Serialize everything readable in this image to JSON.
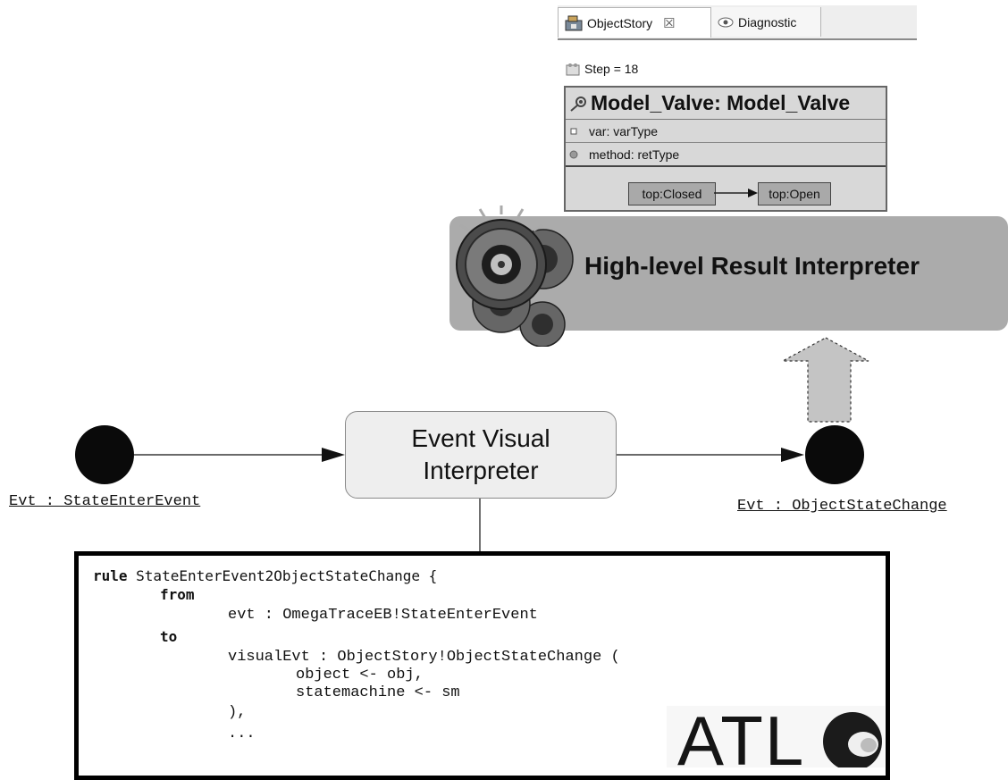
{
  "panel": {
    "tabs": [
      {
        "label": "ObjectStory",
        "close_glyph": "☒",
        "icon": "objectstory-icon"
      },
      {
        "label": "Diagnostic",
        "icon": "eye-icon"
      }
    ],
    "step_text": "Step = 18",
    "class_title": "Model_Valve: Model_Valve",
    "members": [
      "var: varType",
      "method: retType"
    ],
    "states": [
      "top:Closed",
      "top:Open"
    ]
  },
  "banner": {
    "label": "High-level Result Interpreter",
    "icon": "gears-icon"
  },
  "interpreter_node": {
    "line1": "Event Visual",
    "line2": "Interpreter"
  },
  "events": {
    "source": "Evt : StateEnterEvent",
    "target": "Evt : ObjectStateChange"
  },
  "code": {
    "kw_rule": "rule",
    "rule_name": " StateEnterEvent2ObjectStateChange {",
    "kw_from": "from",
    "from_line": "evt : OmegaTraceEB!StateEnterEvent",
    "kw_to": "to",
    "to_line": "visualEvt : ObjectStory!ObjectStateChange (",
    "binding1": "object <- obj,",
    "binding2": "statemachine <- sm",
    "close_paren": "),",
    "ellipsis": "..."
  },
  "logo": {
    "text": "ATL"
  },
  "colors": {
    "banner": "#ababab",
    "node": "#eeeeee",
    "state": "#a9a9a9",
    "node_dot": "#0a0a0a"
  }
}
